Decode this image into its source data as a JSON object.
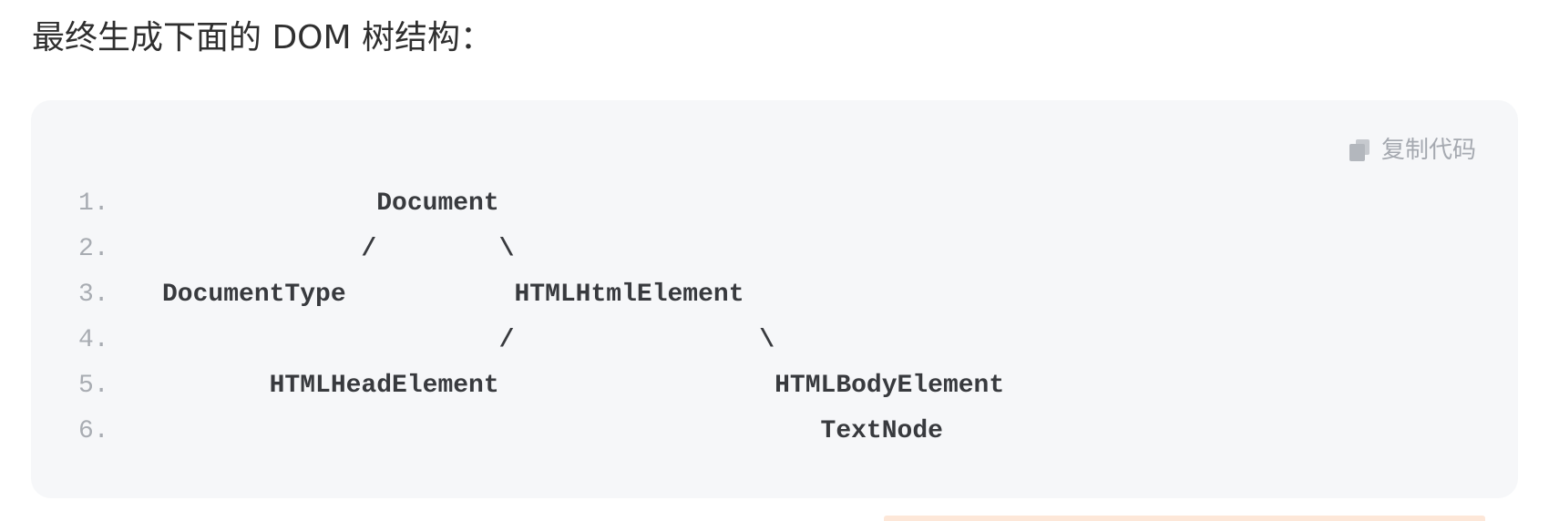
{
  "intro": {
    "text": "最终生成下面的 DOM 树结构："
  },
  "code_block": {
    "copy_label": "复制代码",
    "copy_icon": "copy-icon",
    "lines": [
      {
        "num": "1.",
        "text": "              Document"
      },
      {
        "num": "2.",
        "text": "             /        \\"
      },
      {
        "num": "3.",
        "text": "DocumentType           HTMLHtmlElement"
      },
      {
        "num": "4.",
        "text": "                      /                \\"
      },
      {
        "num": "5.",
        "text": "       HTMLHeadElement                  HTMLBodyElement"
      },
      {
        "num": "6.",
        "text": "                                           TextNode"
      }
    ]
  }
}
